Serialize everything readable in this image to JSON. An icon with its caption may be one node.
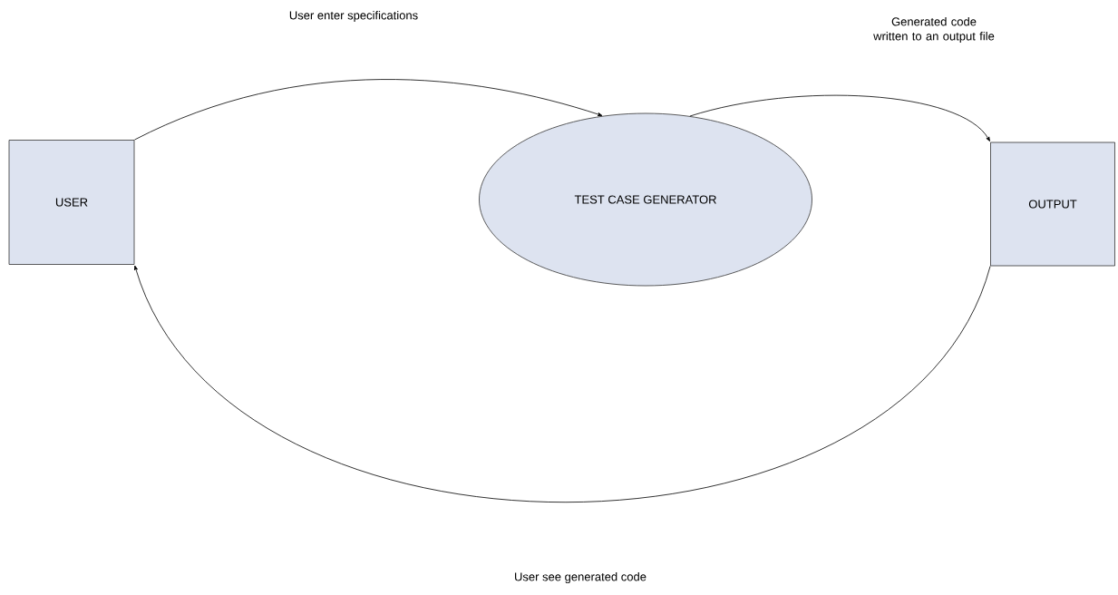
{
  "diagram": {
    "nodes": [
      {
        "text": [
          "USER"
        ]
      },
      {
        "text": [
          "TEST CASE GENERATOR"
        ]
      },
      {
        "text": [
          "OUTPUT"
        ]
      }
    ],
    "edges": [
      {
        "from": 0,
        "to": 1,
        "arrow": "to"
      },
      {
        "from": 1,
        "to": 2,
        "arrow": "to"
      },
      {
        "from": 2,
        "to": 0,
        "arrow": "to"
      }
    ],
    "labels": [
      "User enter specifications",
      "Generated code written to an output file",
      "User see generated code"
    ]
  }
}
